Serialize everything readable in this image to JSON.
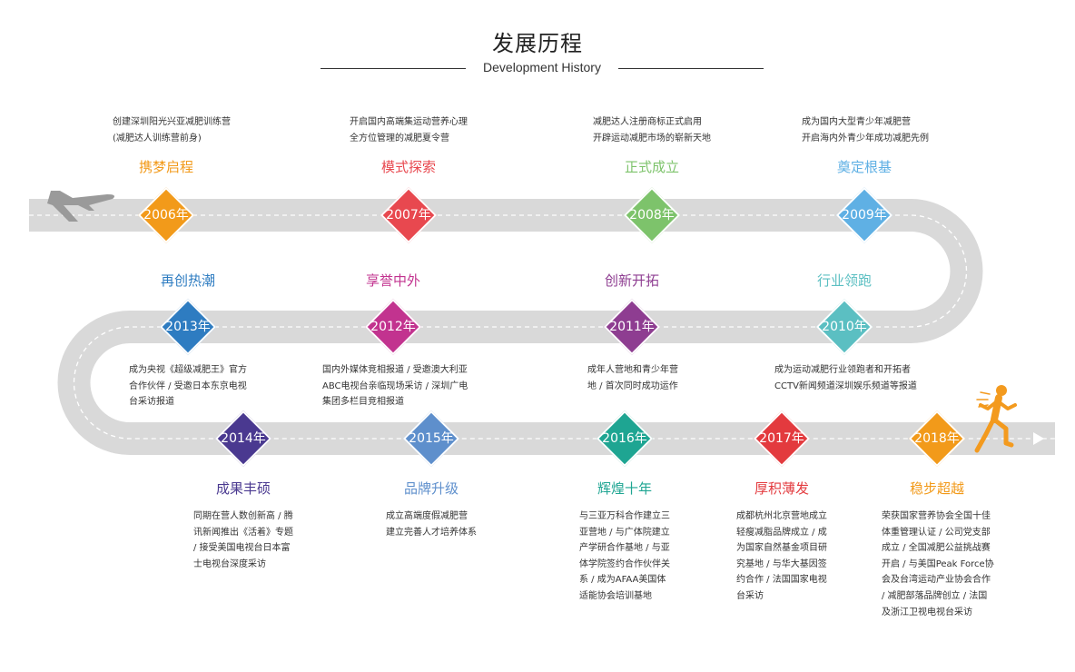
{
  "header": {
    "title": "发展历程",
    "subtitle": "Development History"
  },
  "milestones": [
    {
      "year": "2006年",
      "heading": "携梦启程",
      "color": "#f29a1a",
      "desc": [
        "创建深圳阳光兴亚减肥训练营",
        "(减肥达人训练营前身)"
      ]
    },
    {
      "year": "2007年",
      "heading": "模式探索",
      "color": "#e8484f",
      "desc": [
        "开启国内高端集运动营养心理",
        "全方位管理的减肥夏令营"
      ]
    },
    {
      "year": "2008年",
      "heading": "正式成立",
      "color": "#7dc36b",
      "desc": [
        "减肥达人注册商标正式启用",
        "开辟运动减肥市场的崭新天地"
      ]
    },
    {
      "year": "2009年",
      "heading": "奠定根基",
      "color": "#5fb0e4",
      "desc": [
        "成为国内大型青少年减肥营",
        "开启海内外青少年成功减肥先例"
      ]
    },
    {
      "year": "2010年",
      "heading": "行业领跑",
      "color": "#5bbfc2",
      "desc": [
        "成为运动减肥行业领跑者和开拓者",
        "CCTV新闻频道深圳娱乐频道等报道"
      ]
    },
    {
      "year": "2011年",
      "heading": "创新开拓",
      "color": "#8e3d91",
      "desc": [
        "成年人营地和青少年营",
        "地 / 首次同时成功运作"
      ]
    },
    {
      "year": "2012年",
      "heading": "享誉中外",
      "color": "#c2338f",
      "desc": [
        "国内外媒体竞相报道 / 受邀澳大利亚",
        "ABC电视台亲临现场采访 / 深圳广电",
        "集团多栏目竞相报道"
      ]
    },
    {
      "year": "2013年",
      "heading": "再创热潮",
      "color": "#2e7cc1",
      "desc": [
        "成为央视《超级减肥王》官方",
        "合作伙伴 / 受邀日本东京电视",
        "台采访报道"
      ]
    },
    {
      "year": "2014年",
      "heading": "成果丰硕",
      "color": "#4a3990",
      "desc": [
        "同期在营人数创新高 / 腾",
        "讯新闻推出《活着》专题",
        "/ 接受美国电视台日本富",
        "士电视台深度采访"
      ]
    },
    {
      "year": "2015年",
      "heading": "品牌升级",
      "color": "#5e8fcc",
      "desc": [
        "成立高端度假减肥营",
        "建立完善人才培养体系"
      ]
    },
    {
      "year": "2016年",
      "heading": "辉煌十年",
      "color": "#1ea592",
      "desc": [
        "与三亚万科合作建立三",
        "亚营地 / 与广体院建立",
        "产学研合作基地 / 与亚",
        "体学院签约合作伙伴关",
        "系 / 成为AFAA美国体",
        "适能协会培训基地"
      ]
    },
    {
      "year": "2017年",
      "heading": "厚积薄发",
      "color": "#e33a3e",
      "desc": [
        "成都杭州北京营地成立",
        "轻瘦减脂品牌成立 / 成",
        "为国家自然基金项目研",
        "究基地 / 与华大基因签",
        "约合作 / 法国国家电视",
        "台采访"
      ]
    },
    {
      "year": "2018年",
      "heading": "稳步超越",
      "color": "#f29a1a",
      "desc": [
        "荣获国家营养协会全国十佳",
        "体重管理认证 / 公司党支部",
        "成立 / 全国减肥公益挑战赛",
        "开启 / 与美国Peak Force协",
        "会及台湾运动产业协会合作",
        "/ 减肥部落品牌创立 / 法国",
        "及浙江卫视电视台采访"
      ]
    }
  ],
  "colors": {
    "road": "#d9d9d9",
    "road_dash": "#ffffff",
    "plane": "#9a9a9a",
    "runner": "#f39a1e"
  },
  "icons": {
    "start": "airplane-icon",
    "end": "runner-icon",
    "arrow": "play-arrow-icon"
  }
}
